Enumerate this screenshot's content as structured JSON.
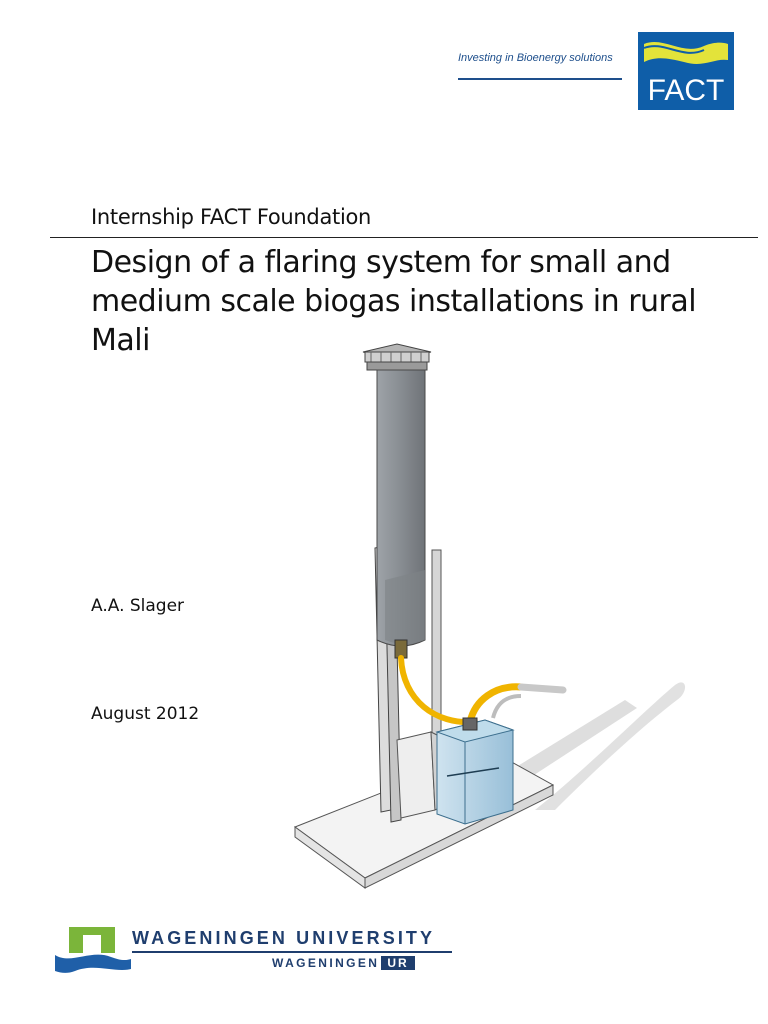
{
  "header": {
    "tagline": "Investing in Bioenergy solutions",
    "logo_text": "FACT",
    "colors": {
      "brand_blue": "#0f5ea8",
      "wave_yellow": "#e3e33a"
    }
  },
  "cover": {
    "subtitle": "Internship FACT Foundation",
    "title": "Design of a flaring system for small and medium scale biogas installations in rural Mali",
    "author": "A.A. Slager",
    "date": "August 2012"
  },
  "footer": {
    "university": "WAGENINGEN UNIVERSITY",
    "ur_prefix": "WAGENINGEN",
    "ur_suffix": "UR",
    "colors": {
      "wur_blue": "#1f3e6e",
      "wur_green": "#7bb53a"
    }
  }
}
